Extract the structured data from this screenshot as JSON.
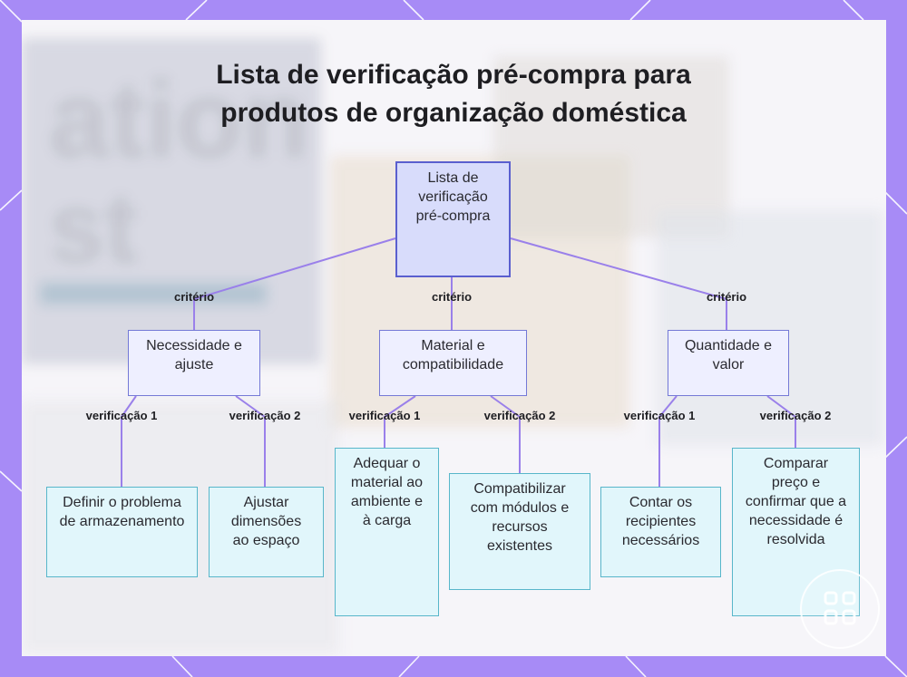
{
  "title_lines": [
    "Lista de verificação pré-compra para",
    "produtos de organização doméstica"
  ],
  "background_words": [
    "ation",
    "st"
  ],
  "root": {
    "text": "Lista de verificação pré-compra"
  },
  "edge_labels": {
    "left": "critério",
    "center": "critério",
    "right": "critério",
    "v1_left": "verificação 1",
    "v2_left": "verificação 2",
    "v1_center": "verificação 1",
    "v2_center": "verificação 2",
    "v1_right": "verificação 1",
    "v2_right": "verificação 2"
  },
  "categories": [
    {
      "text": "Necessidade e ajuste",
      "checks": [
        "Definir o problema de armazenamento",
        "Ajustar dimensões ao espaço"
      ]
    },
    {
      "text": "Material e compatibilidade",
      "checks": [
        "Adequar o material ao ambiente e à carga",
        "Compatibilizar com módulos e recursos existentes"
      ]
    },
    {
      "text": "Quantidade e valor",
      "checks": [
        "Contar os recipientes necessários",
        "Comparar preço e confirmar que a necessidade é resolvida"
      ]
    }
  ],
  "colors": {
    "frame": "#a78bf6",
    "connector": "#9a80ea",
    "root_fill": "#d8dcfb",
    "category_fill": "#eeefff",
    "check_fill": "#e1f6fb"
  }
}
